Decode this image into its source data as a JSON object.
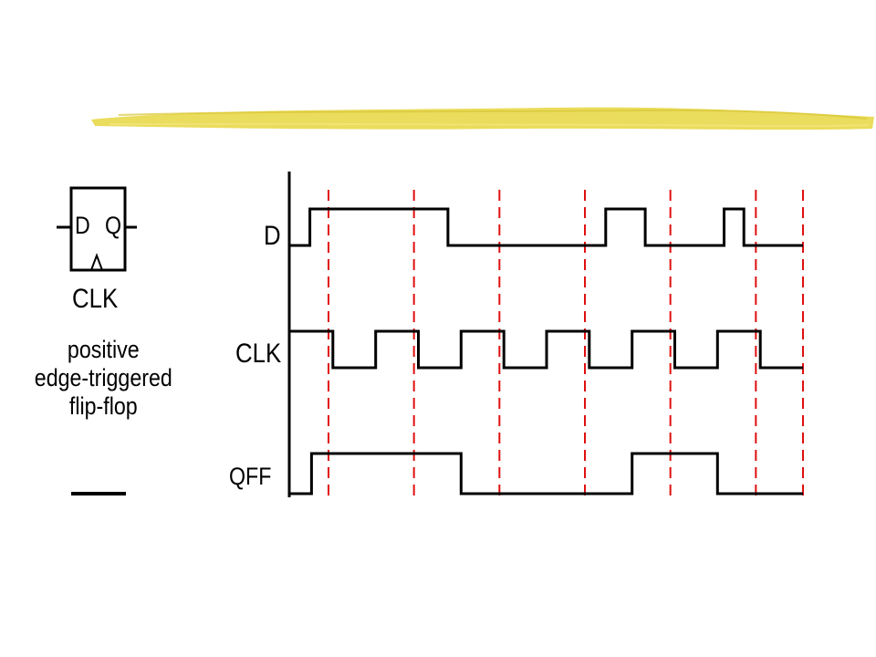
{
  "flipflop": {
    "d_pin": "D",
    "q_pin": "Q",
    "clk_pin": "CLK",
    "caption": [
      "positive",
      "edge-triggered",
      "flip-flop"
    ]
  },
  "timing": {
    "signals": [
      {
        "name": "D",
        "levels": [
          0,
          1,
          1,
          1,
          1,
          1,
          1,
          1,
          0,
          0,
          0,
          0,
          0,
          0,
          0,
          0,
          1,
          1,
          0,
          0,
          0,
          0,
          1,
          0,
          0,
          0
        ]
      },
      {
        "name": "CLK",
        "levels": [
          1,
          1,
          0,
          0,
          1,
          1,
          0,
          0,
          1,
          1,
          0,
          0,
          1,
          1,
          0,
          0,
          1,
          1,
          0,
          0,
          1,
          1,
          0,
          0
        ]
      },
      {
        "name": "QFF",
        "levels": [
          0,
          1,
          1,
          1,
          1,
          1,
          1,
          1,
          0,
          0,
          0,
          0,
          0,
          0,
          0,
          0,
          1,
          1,
          1,
          1,
          0,
          0,
          0,
          0
        ]
      }
    ],
    "clock_edges": 7
  },
  "colors": {
    "accent_bar": "#e8d84a",
    "guide_lines": "#e01010",
    "waveform": "#000000"
  }
}
